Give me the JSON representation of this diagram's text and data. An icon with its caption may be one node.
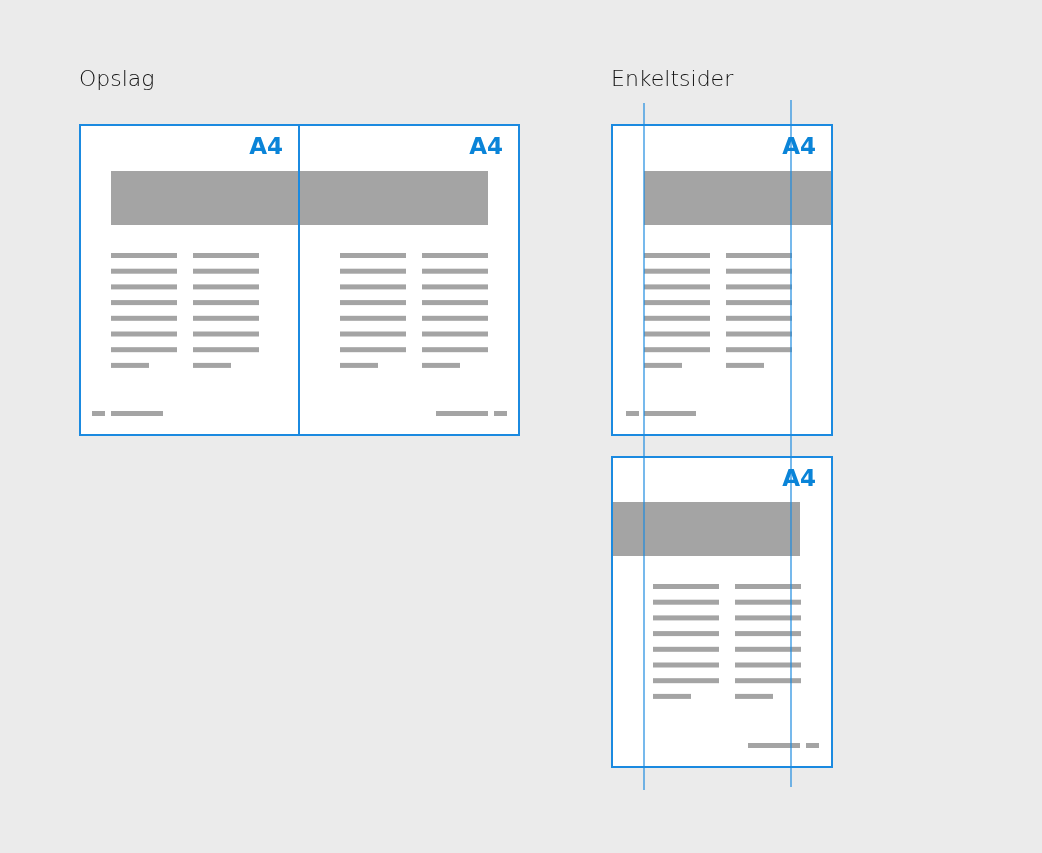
{
  "diagram": {
    "nodes": [
      {
        "text": [
          "A4"
        ]
      },
      {
        "text": [
          "A4"
        ]
      },
      {
        "text": [
          "A4"
        ]
      },
      {
        "text": [
          "A4"
        ]
      }
    ],
    "labels": [
      "Opslag",
      "Enkeltsider"
    ]
  }
}
